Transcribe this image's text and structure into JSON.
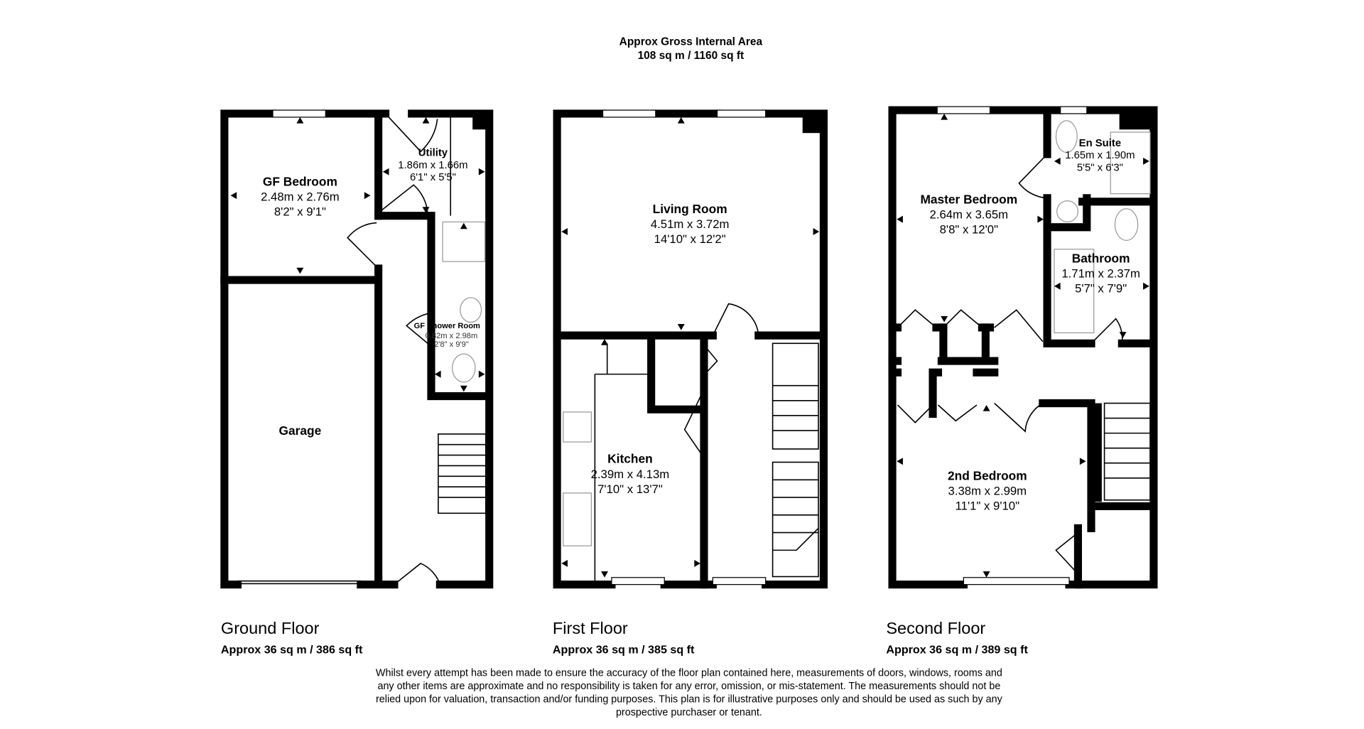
{
  "header": {
    "line1": "Approx Gross Internal Area",
    "line2": "108 sq m / 1160 sq ft"
  },
  "floors": [
    {
      "name": "Ground Floor",
      "area": "Approx 36 sq m / 386 sq ft",
      "rooms": [
        {
          "name": "GF Bedroom",
          "metric": "2.48m x 2.76m",
          "imperial": "8'2\" x 9'1\""
        },
        {
          "name": "Utility",
          "metric": "1.86m x 1.66m",
          "imperial": "6'1\" x 5'5\""
        },
        {
          "name": "GF Shower Room",
          "metric": "0.82m x 2.98m",
          "imperial": "2'8\" x 9'9\""
        },
        {
          "name": "Garage"
        }
      ]
    },
    {
      "name": "First Floor",
      "area": "Approx 36 sq m / 385 sq ft",
      "rooms": [
        {
          "name": "Living Room",
          "metric": "4.51m x 3.72m",
          "imperial": "14'10\" x 12'2\""
        },
        {
          "name": "Kitchen",
          "metric": "2.39m x 4.13m",
          "imperial": "7'10\" x 13'7\""
        }
      ]
    },
    {
      "name": "Second Floor",
      "area": "Approx 36 sq m / 389 sq ft",
      "rooms": [
        {
          "name": "Master Bedroom",
          "metric": "2.64m x 3.65m",
          "imperial": "8'8\" x 12'0\""
        },
        {
          "name": "En Suite",
          "metric": "1.65m x 1.90m",
          "imperial": "5'5\" x 6'3\""
        },
        {
          "name": "Bathroom",
          "metric": "1.71m x 2.37m",
          "imperial": "5'7\" x 7'9\""
        },
        {
          "name": "2nd Bedroom",
          "metric": "3.38m x 2.99m",
          "imperial": "11'1\" x 9'10\""
        }
      ]
    }
  ],
  "disclaimer": [
    "Whilst every attempt has been made to ensure the accuracy of the floor plan contained here, measurements of doors, windows, rooms and",
    "any other items are approximate and no responsibility is taken for any error, omission, or mis-statement. The measurements should not be",
    "relied upon for valuation, transaction and/or funding purposes. This plan is for illustrative purposes only and should be used as such by any",
    "prospective purchaser or tenant."
  ]
}
